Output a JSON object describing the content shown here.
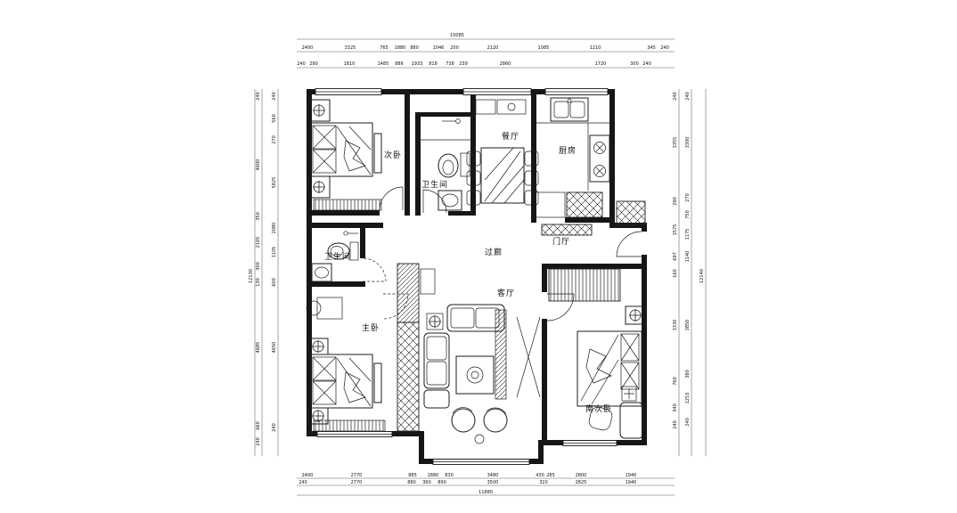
{
  "rooms": {
    "bedroom_north": "次卧",
    "bath_north": "卫生间",
    "dining": "餐厅",
    "kitchen": "厨房",
    "corridor": "过廊",
    "foyer": "门厅",
    "living": "客厅",
    "bath_master": "卫生间",
    "master": "主卧",
    "bedroom_south": "南次卧"
  },
  "dims": {
    "top_total": "10085",
    "top_row1": [
      "2400",
      "3325",
      "765",
      "1880",
      "880",
      "1046",
      "200",
      "2120",
      "1085",
      "1210",
      "345",
      "240"
    ],
    "top_row2": [
      "240",
      "290",
      "1810",
      "1485",
      "886",
      "1933",
      "818",
      "738",
      "239",
      "2860",
      "1720",
      "300",
      "240"
    ],
    "bottom_row1": [
      "2400",
      "2770",
      "885",
      "1880",
      "830",
      "3480",
      "430",
      "285",
      "2800",
      "1940"
    ],
    "bottom_row2": [
      "240",
      "2770",
      "880",
      "360",
      "890",
      "3500",
      "320",
      "2825",
      "1940"
    ],
    "bottom_total": "11880",
    "left_outer": [
      "240",
      "4600",
      "350",
      "2165",
      "300",
      "130",
      "4685",
      "660",
      "240"
    ],
    "left_inner": [
      "240",
      "560",
      "270",
      "5825",
      "2080",
      "1105",
      "600",
      "4650",
      "240"
    ],
    "left_total": "12130",
    "right_inner": [
      "240",
      "3355",
      "290",
      "1575",
      "697",
      "160",
      "3330",
      "760",
      "340",
      "240"
    ],
    "right_outer": [
      "240",
      "3300",
      "270",
      "750",
      "1175",
      "1140",
      "3850",
      "380",
      "1253",
      "240"
    ],
    "right_total": "12140"
  }
}
